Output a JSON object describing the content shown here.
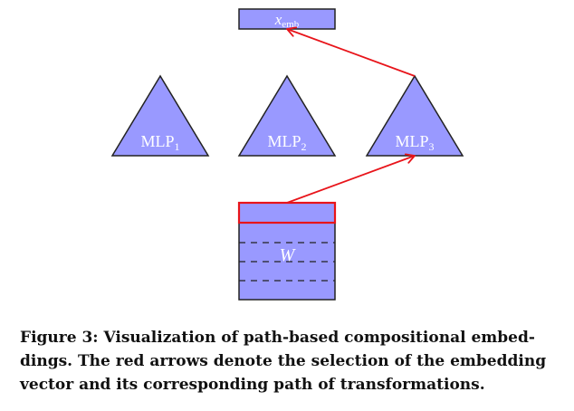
{
  "colors": {
    "fill": "#9999ff",
    "stroke": "#222222",
    "arrow": "#e8141a",
    "label_text": "#ffffff"
  },
  "nodes": {
    "embedding": {
      "symbol": "x",
      "subscript": "emb"
    },
    "mlps": [
      {
        "name": "MLP",
        "subscript": "1"
      },
      {
        "name": "MLP",
        "subscript": "2"
      },
      {
        "name": "MLP",
        "subscript": "3"
      }
    ],
    "matrix": {
      "label": "W"
    }
  },
  "caption": {
    "lines": [
      "Figure 3: Visualization of path-based compositional embed-",
      "dings. The red arrows denote the selection of the embedding",
      "vector and its corresponding path of transformations."
    ]
  }
}
